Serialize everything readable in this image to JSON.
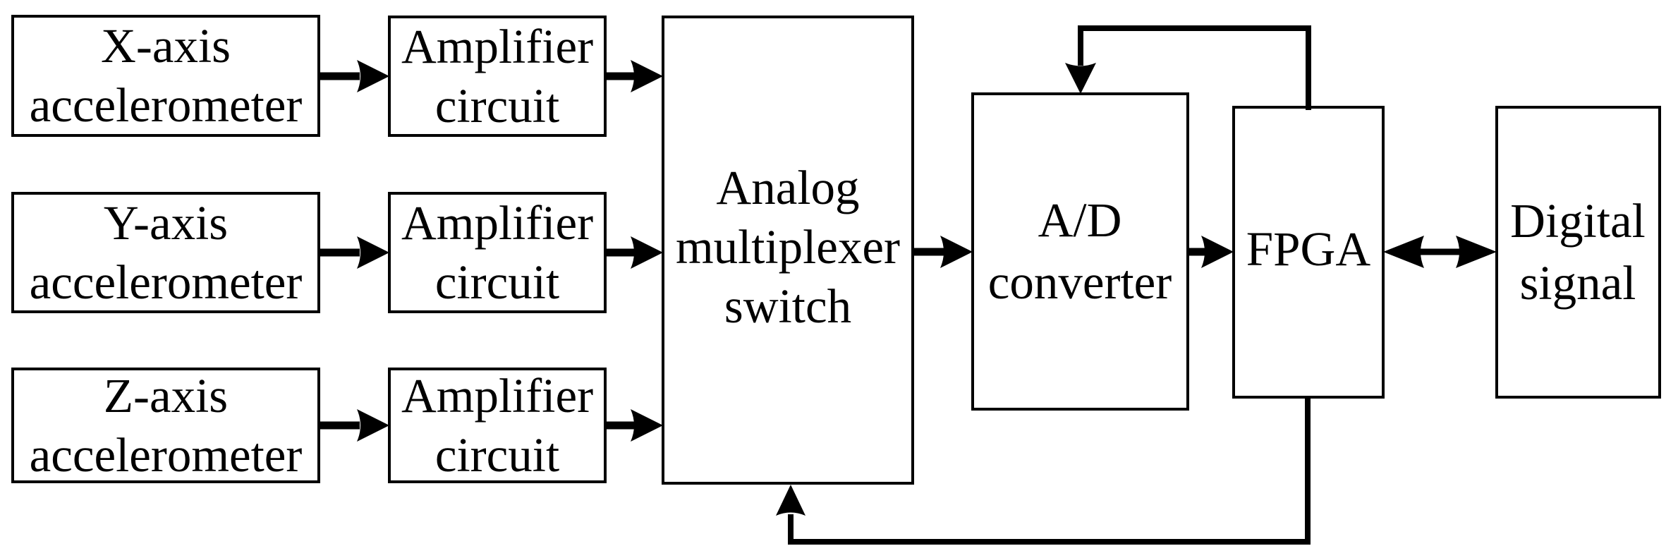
{
  "diagram": {
    "blocks": {
      "x_accel": {
        "l1": "X-axis",
        "l2": "accelerometer"
      },
      "y_accel": {
        "l1": "Y-axis",
        "l2": "accelerometer"
      },
      "z_accel": {
        "l1": "Z-axis",
        "l2": "accelerometer"
      },
      "amp1": {
        "l1": "Amplifier",
        "l2": "circuit"
      },
      "amp2": {
        "l1": "Amplifier",
        "l2": "circuit"
      },
      "amp3": {
        "l1": "Amplifier",
        "l2": "circuit"
      },
      "mux": {
        "l1": "Analog",
        "l2": "multiplexer",
        "l3": "switch"
      },
      "adc": {
        "l1": "A/D",
        "l2": "converter"
      },
      "fpga": {
        "l1": "FPGA"
      },
      "digital": {
        "l1": "Digital",
        "l2": "signal"
      }
    },
    "colors": {
      "line": "#000000",
      "box_fill": "#ffffff",
      "background": "#ffffff"
    }
  }
}
